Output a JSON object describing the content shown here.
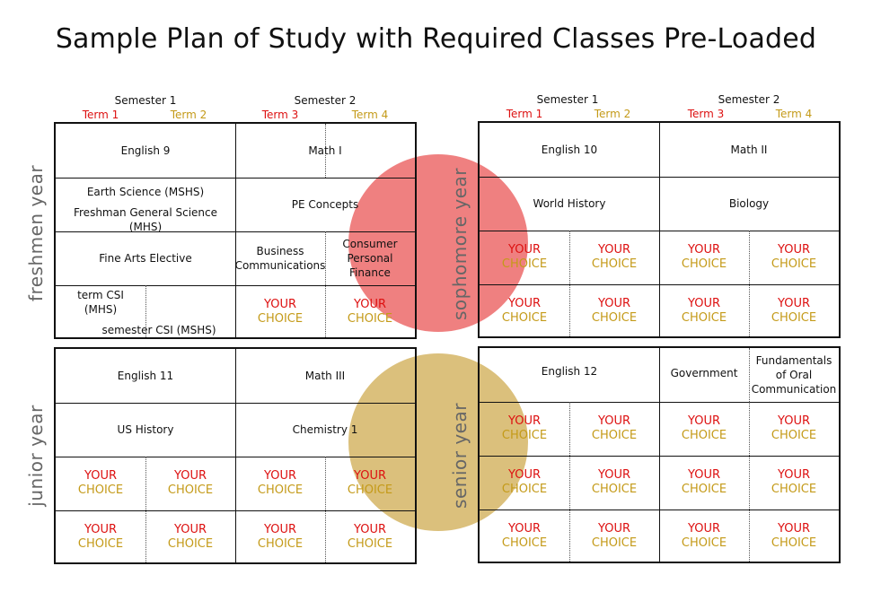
{
  "title": "Sample Plan of Study with Required Classes Pre-Loaded",
  "header": {
    "semester1": "Semester 1",
    "semester2": "Semester 2",
    "terms": [
      "Term 1",
      "Term 2",
      "Term 3",
      "Term 4"
    ]
  },
  "choice": {
    "your": "YOUR",
    "choice": "CHOICE"
  },
  "colors": {
    "red": "#dd1111",
    "gold": "#c49a18",
    "circle_red": "#ef8080",
    "circle_gold": "#dbc07c"
  },
  "freshman": {
    "label": "freshmen year",
    "english": "English 9",
    "math": "Math I",
    "science1": "Earth Science (MSHS)",
    "science2": "Freshman General Science (MHS)",
    "pe": "PE Concepts",
    "arts": "Fine Arts Elective",
    "business": "Business Communications",
    "finance": "Consumer Personal Finance",
    "csi1": "term CSI (MHS)",
    "csi2": "semester CSI (MSHS)"
  },
  "sophomore": {
    "label": "sophomore year",
    "english": "English 10",
    "math": "Math II",
    "history": "World History",
    "science": "Biology"
  },
  "junior": {
    "label": "junior year",
    "english": "English 11",
    "math": "Math III",
    "history": "US History",
    "science": "Chemistry 1"
  },
  "senior": {
    "label": "senior year",
    "english": "English 12",
    "government": "Government",
    "oral": "Fundamentals of Oral Communication"
  }
}
